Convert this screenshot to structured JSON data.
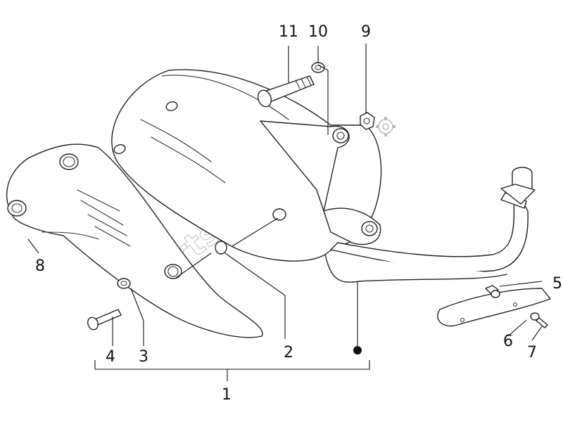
{
  "callouts": [
    {
      "id": "1",
      "label": "1"
    },
    {
      "id": "2",
      "label": "2"
    },
    {
      "id": "3",
      "label": "3"
    },
    {
      "id": "4",
      "label": "4"
    },
    {
      "id": "5",
      "label": "5"
    },
    {
      "id": "6",
      "label": "6"
    },
    {
      "id": "7",
      "label": "7"
    },
    {
      "id": "8",
      "label": "8"
    },
    {
      "id": "9",
      "label": "9"
    },
    {
      "id": "10",
      "label": "10"
    },
    {
      "id": "11",
      "label": "11"
    }
  ],
  "watermark": {
    "text": "PartsRepublik"
  }
}
